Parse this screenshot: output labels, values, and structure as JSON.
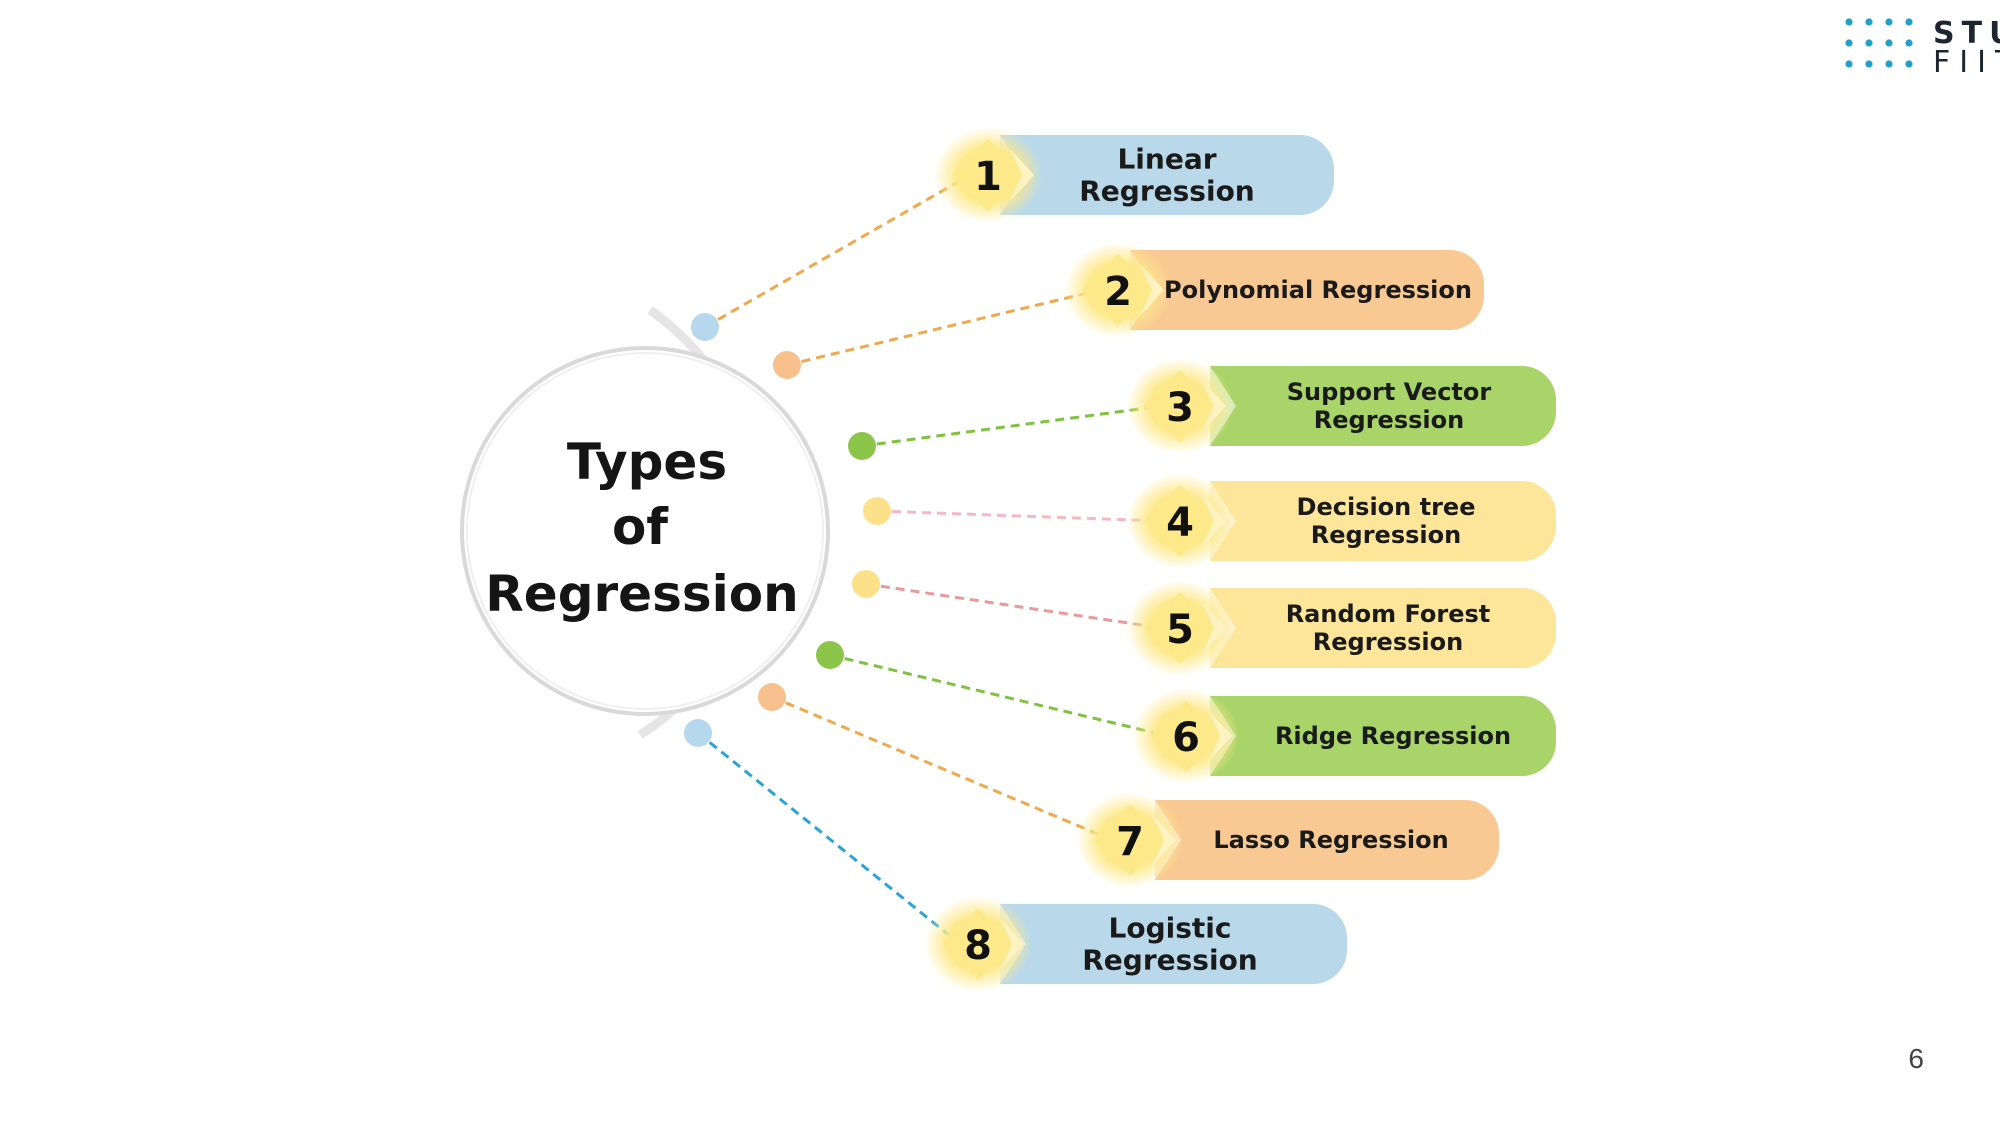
{
  "logo": {
    "line1": "STU",
    "line2": "FIIT"
  },
  "diagram": {
    "center_lines": [
      "Types",
      "of",
      "Regression"
    ],
    "items": [
      {
        "number": "1",
        "lines": [
          "Linear",
          "Regression"
        ],
        "color": "#b9d9ea"
      },
      {
        "number": "2",
        "lines": [
          "Polynomial Regression"
        ],
        "color": "#f9c994"
      },
      {
        "number": "3",
        "lines": [
          "Support Vector",
          "Regression"
        ],
        "color": "#a8d46a"
      },
      {
        "number": "4",
        "lines": [
          "Decision tree",
          "Regression"
        ],
        "color": "#fde59a"
      },
      {
        "number": "5",
        "lines": [
          "Random Forest",
          "Regression"
        ],
        "color": "#fde59a"
      },
      {
        "number": "6",
        "lines": [
          "Ridge Regression"
        ],
        "color": "#a8d46a"
      },
      {
        "number": "7",
        "lines": [
          "Lasso Regression"
        ],
        "color": "#f9c994"
      },
      {
        "number": "8",
        "lines": [
          "Logistic",
          "Regression"
        ],
        "color": "#b9d9ea"
      }
    ],
    "connector_colors": [
      "#f0a94a",
      "#f0a94a",
      "#7fc23f",
      "#f4b8c4",
      "#e89a9a",
      "#7fc23f",
      "#f0a94a",
      "#2aa4d6"
    ],
    "dot_colors": [
      "#b5d8ec",
      "#f7c08c",
      "#8bc64a",
      "#fde08a",
      "#fde08a",
      "#8bc64a",
      "#f7c08c",
      "#b5d8ec"
    ],
    "accent_logo": "#1fa1c9"
  },
  "page_number": "6"
}
